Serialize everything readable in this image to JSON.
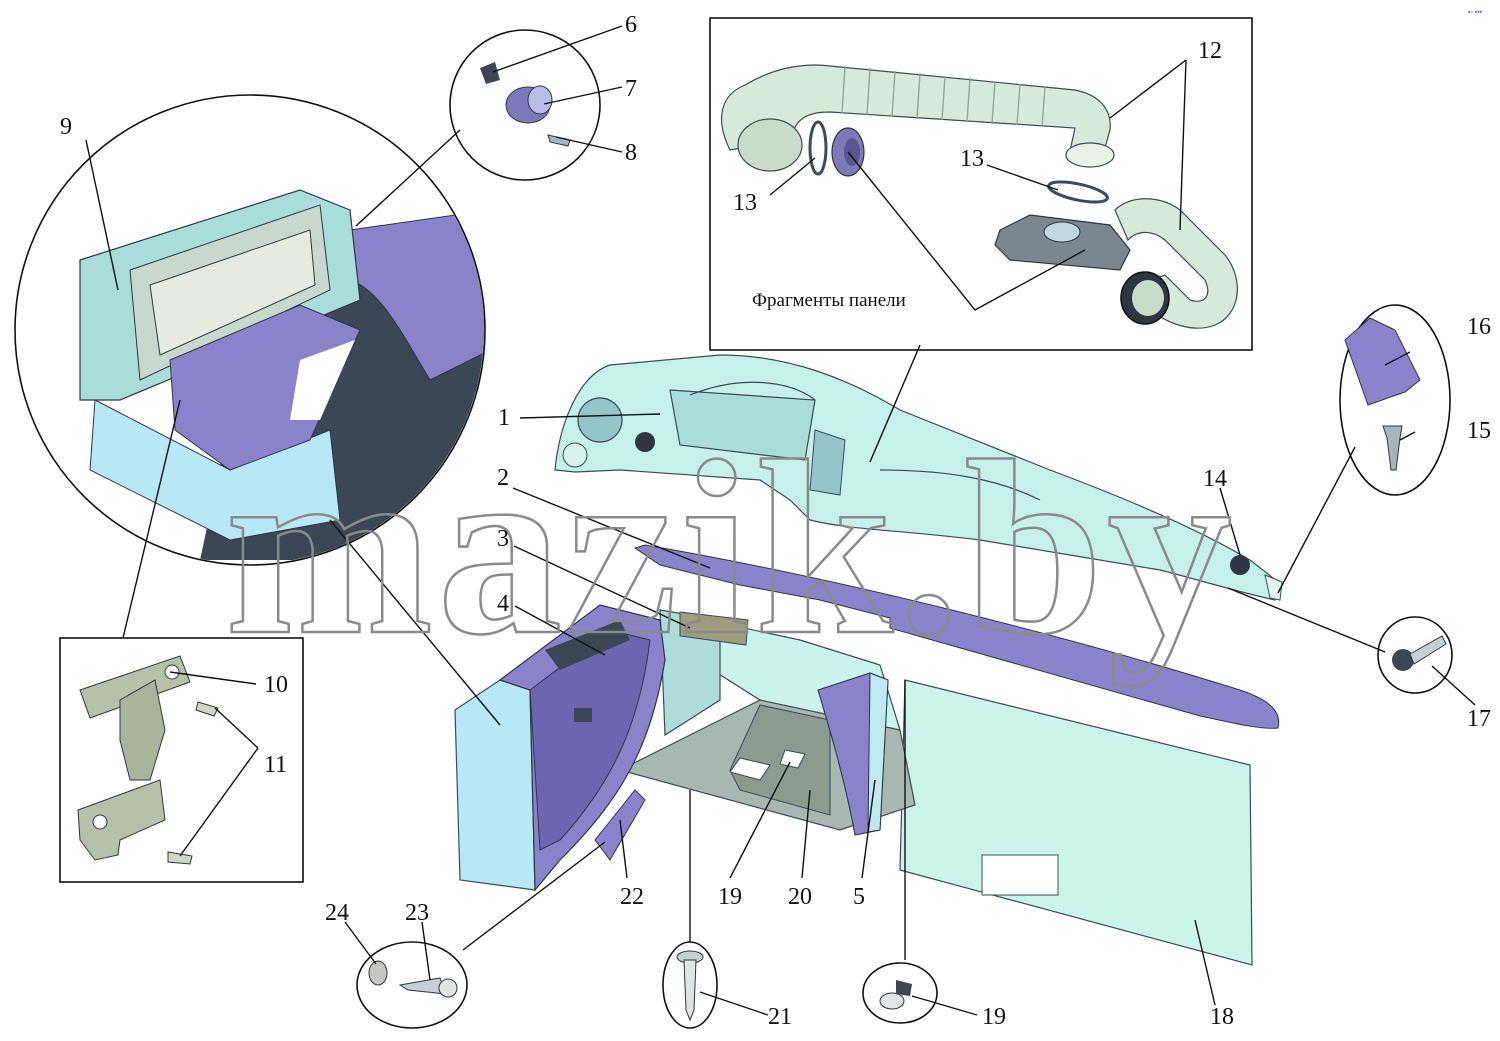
{
  "caption": "Фрагменты панели",
  "watermark": "mazik.by",
  "corner_mark": "▪▫ ▪▪▪",
  "colors": {
    "panel_light": "#c5f0ea",
    "panel_mid": "#a8e0dc",
    "purple": "#8a83cc",
    "purple_dark": "#6c66b0",
    "dark_slate": "#3b4755",
    "duct": "#d8ecdc",
    "gray": "#7b8790",
    "sheet": "#ccf5ea"
  },
  "callouts": {
    "c1": "1",
    "c2": "2",
    "c3": "3",
    "c4": "4",
    "c5": "5",
    "c6": "6",
    "c7": "7",
    "c8": "8",
    "c9": "9",
    "c10": "10",
    "c11": "11",
    "c12": "12",
    "c13a": "13",
    "c13b": "13",
    "c14": "14",
    "c15": "15",
    "c16": "16",
    "c17": "17",
    "c18": "18",
    "c19a": "19",
    "c19b": "19",
    "c20": "20",
    "c21": "21",
    "c22": "22",
    "c23": "23",
    "c24": "24"
  }
}
